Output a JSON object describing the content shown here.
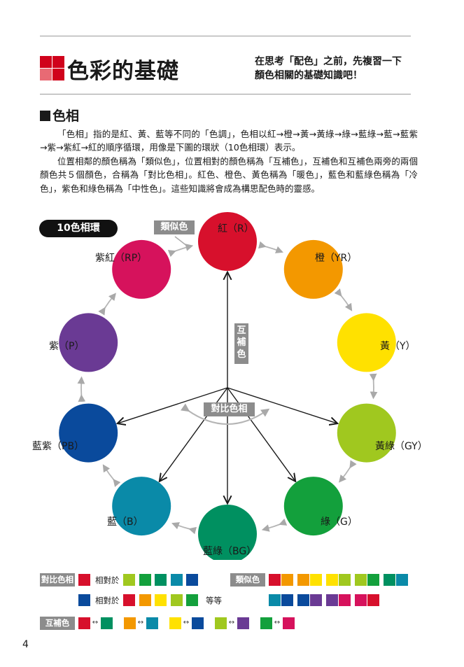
{
  "header": {
    "title": "色彩的基礎",
    "subtitle_line1": "在思考「配色」之前，先複習一下",
    "subtitle_line2": "顏色相關的基礎知識吧！",
    "logo_colors": [
      "#d0021b",
      "#d0021b",
      "#e86a74",
      "#d0021b"
    ]
  },
  "section": {
    "heading": "色相",
    "para1": "「色相」指的是紅、黃、藍等不同的「色調」，色相以紅→橙→黃→黃綠→綠→藍綠→藍→藍紫→紫→紫紅→紅的順序循環，用像是下圖的環狀（10色相環）表示。",
    "para2": "位置相鄰的顏色稱為「類似色」，位置相對的顏色稱為「互補色」，互補色和互補色兩旁的兩個顏色共５個顏色，合稱為「對比色相」。紅色、橙色、黃色稱為「暖色」，藍色和藍綠色稱為「冷色」，紫色和綠色稱為「中性色」。這些知識將會成為構思配色時的靈感。"
  },
  "diagram": {
    "badge": "10色相環",
    "similar_label": "類似色",
    "complement_label": "互補色",
    "contrast_label": "對比色相",
    "hues": [
      {
        "label": "紅（R）",
        "color": "#d7102c"
      },
      {
        "label": "橙（YR）",
        "color": "#f39800"
      },
      {
        "label": "黃（Y）",
        "color": "#ffe100"
      },
      {
        "label": "黃綠（GY）",
        "color": "#a0c81f"
      },
      {
        "label": "綠（G）",
        "color": "#13a03c"
      },
      {
        "label": "藍綠（BG）",
        "color": "#009060"
      },
      {
        "label": "藍（B）",
        "color": "#0a8aa8"
      },
      {
        "label": "藍紫（PB）",
        "color": "#0a4a9c"
      },
      {
        "label": "紫（P）",
        "color": "#6a3a94"
      },
      {
        "label": "紫紅（RP）",
        "color": "#d6125c"
      }
    ]
  },
  "legend": {
    "contrast_tag": "對比色相",
    "similar_tag": "類似色",
    "complement_tag": "互補色",
    "relative_to": "相對於",
    "etc": "等等",
    "arrow": "↔",
    "contrast_row1": {
      "base": "#d7102c",
      "others": [
        "#a0c81f",
        "#13a03c",
        "#009060",
        "#0a8aa8",
        "#0a4a9c"
      ]
    },
    "contrast_row2": {
      "base": "#0a4a9c",
      "others": [
        "#d7102c",
        "#f39800",
        "#ffe100",
        "#a0c81f",
        "#13a03c"
      ]
    },
    "similar_row1": [
      [
        "#d7102c",
        "#f39800"
      ],
      [
        "#f39800",
        "#ffe100"
      ],
      [
        "#ffe100",
        "#a0c81f"
      ],
      [
        "#a0c81f",
        "#13a03c"
      ],
      [
        "#009060",
        "#0a8aa8"
      ]
    ],
    "similar_row2": [
      [
        "#0a8aa8",
        "#0a4a9c"
      ],
      [
        "#0a4a9c",
        "#6a3a94"
      ],
      [
        "#6a3a94",
        "#d6125c"
      ],
      [
        "#d6125c",
        "#d7102c"
      ]
    ],
    "complement_pairs": [
      [
        "#d7102c",
        "#009060"
      ],
      [
        "#f39800",
        "#0a8aa8"
      ],
      [
        "#ffe100",
        "#0a4a9c"
      ],
      [
        "#a0c81f",
        "#6a3a94"
      ],
      [
        "#13a03c",
        "#d6125c"
      ]
    ]
  },
  "page_number": "4"
}
